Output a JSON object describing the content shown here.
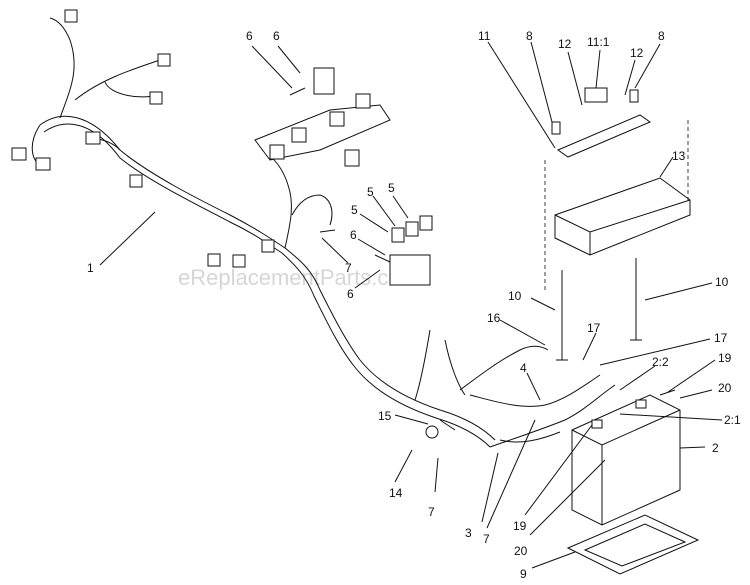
{
  "watermark": "eReplacementParts.com",
  "labels": [
    {
      "id": "1",
      "text": "1"
    },
    {
      "id": "6a",
      "text": "6"
    },
    {
      "id": "6b",
      "text": "6"
    },
    {
      "id": "5a",
      "text": "5"
    },
    {
      "id": "5b",
      "text": "5"
    },
    {
      "id": "5c",
      "text": "5"
    },
    {
      "id": "6c",
      "text": "6"
    },
    {
      "id": "7a",
      "text": "7"
    },
    {
      "id": "6d",
      "text": "6"
    },
    {
      "id": "11",
      "text": "11"
    },
    {
      "id": "8a",
      "text": "8"
    },
    {
      "id": "12a",
      "text": "12"
    },
    {
      "id": "11_1",
      "text": "11:1"
    },
    {
      "id": "12b",
      "text": "12"
    },
    {
      "id": "8b",
      "text": "8"
    },
    {
      "id": "13",
      "text": "13"
    },
    {
      "id": "10a",
      "text": "10"
    },
    {
      "id": "10b",
      "text": "10"
    },
    {
      "id": "16",
      "text": "16"
    },
    {
      "id": "17a",
      "text": "17"
    },
    {
      "id": "17b",
      "text": "17"
    },
    {
      "id": "4",
      "text": "4"
    },
    {
      "id": "2_2",
      "text": "2:2"
    },
    {
      "id": "19a",
      "text": "19"
    },
    {
      "id": "20a",
      "text": "20"
    },
    {
      "id": "15",
      "text": "15"
    },
    {
      "id": "2_1",
      "text": "2:1"
    },
    {
      "id": "2",
      "text": "2"
    },
    {
      "id": "14",
      "text": "14"
    },
    {
      "id": "7b",
      "text": "7"
    },
    {
      "id": "3",
      "text": "3"
    },
    {
      "id": "7c",
      "text": "7"
    },
    {
      "id": "19b",
      "text": "19"
    },
    {
      "id": "20b",
      "text": "20"
    },
    {
      "id": "9",
      "text": "9"
    }
  ]
}
